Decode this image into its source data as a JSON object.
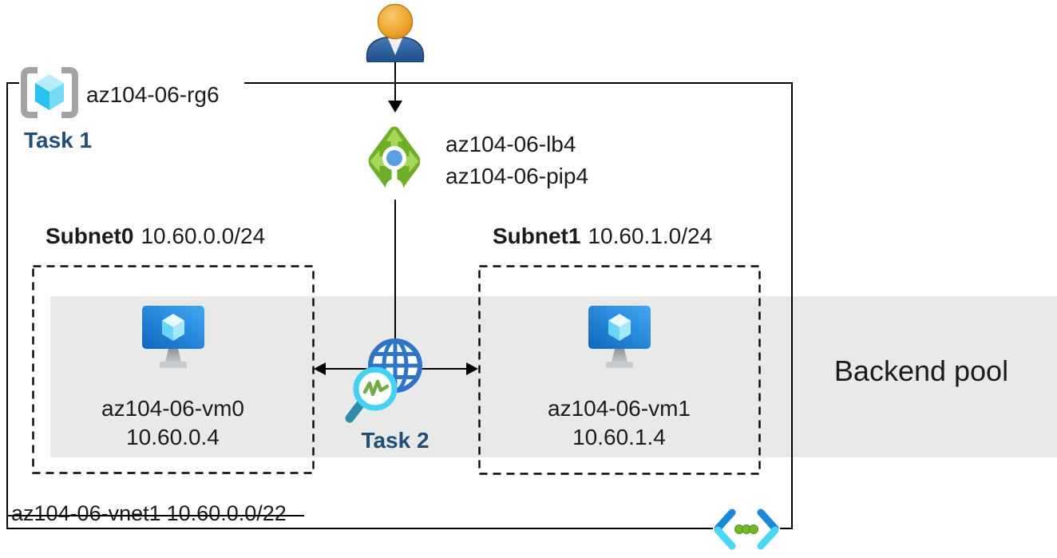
{
  "resource_group": {
    "name": "az104-06-rg6",
    "task": "Task 1"
  },
  "load_balancer": {
    "name": "az104-06-lb4",
    "public_ip": "az104-06-pip4"
  },
  "subnets": [
    {
      "name": "Subnet0",
      "cidr": "10.60.0.0/24",
      "vm": {
        "name": "az104-06-vm0",
        "ip": "10.60.0.4"
      }
    },
    {
      "name": "Subnet1",
      "cidr": "10.60.1.0/24",
      "vm": {
        "name": "az104-06-vm1",
        "ip": "10.60.1.4"
      }
    }
  ],
  "monitor": {
    "task": "Task 2"
  },
  "backend_pool": {
    "label": "Backend pool"
  },
  "vnet": {
    "name": "az104-06-vnet1",
    "cidr": "10.60.0.0/22"
  },
  "icons": {
    "user": "user-icon",
    "resource_group": "resource-group-icon",
    "load_balancer": "load-balancer-icon",
    "virtual_machine": "virtual-machine-icon",
    "globe": "globe-icon",
    "monitor_magnifier": "magnifier-icon",
    "virtual_network": "virtual-network-icon"
  },
  "colors": {
    "ink": "#1b1b1b",
    "navy": "#1f4e79",
    "band": "#e9e9e9",
    "line": "#000000",
    "lb-green": "#6fae27",
    "lb-arrow": "#a6d75a",
    "lb-dot-blue": "#5b9fe0",
    "bracket-gray": "#a3a3a3",
    "globe-blue": "#2e74c9",
    "mag-cyan": "#45d2f2",
    "zig-green": "#70ad47",
    "handle-teal": "#2e8ca8",
    "dot-green": "#76b82a",
    "vnet-blue": "#1e88d8",
    "vnet-cyan": "#49d6f5"
  }
}
